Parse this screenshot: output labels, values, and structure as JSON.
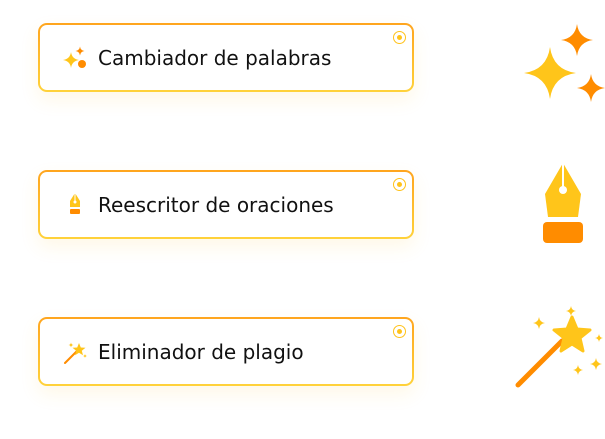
{
  "options": [
    {
      "label": "Cambiador de palabras",
      "icon": "sparkles-icon"
    },
    {
      "label": "Reescritor de oraciones",
      "icon": "fountain-pen-icon"
    },
    {
      "label": "Eliminador de plagio",
      "icon": "magic-wand-icon"
    }
  ],
  "colors": {
    "yellow": "#ffc51a",
    "orange": "#ff8c00"
  }
}
